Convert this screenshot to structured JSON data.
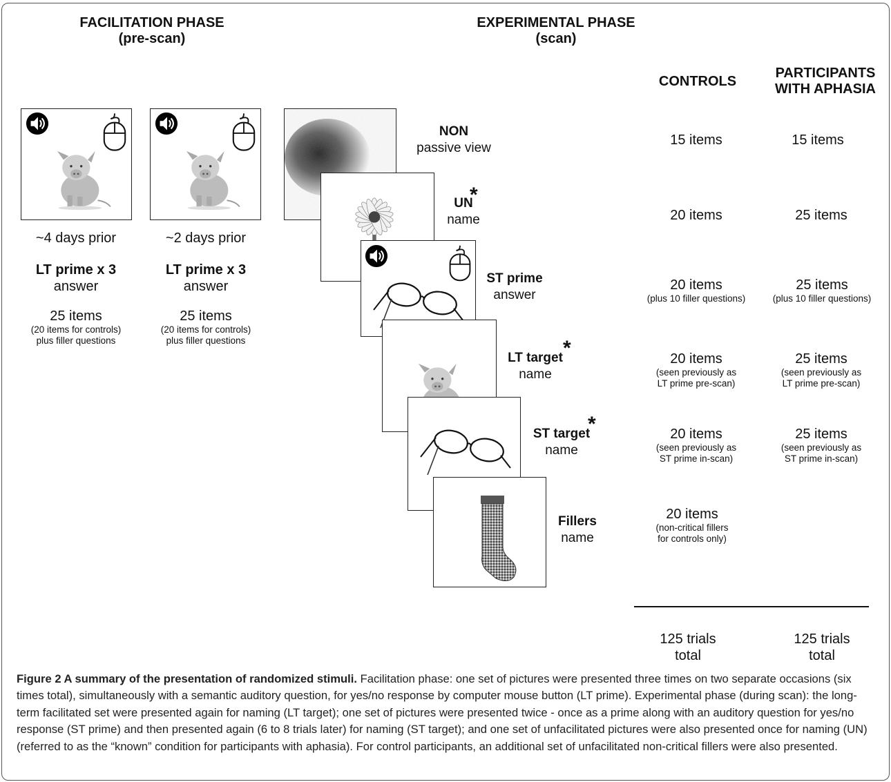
{
  "facilitation": {
    "title_line1": "FACILITATION PHASE",
    "title_line2": "(pre-scan)",
    "panels": [
      {
        "timing": "~4 days prior",
        "prime": "LT prime x 3",
        "task": "answer",
        "items": "25 items",
        "note_line1": "(20 items for controls)",
        "note_line2": "plus filler questions"
      },
      {
        "timing": "~2 days prior",
        "prime": "LT prime x 3",
        "task": "answer",
        "items": "25 items",
        "note_line1": "(20 items for controls)",
        "note_line2": "plus filler questions"
      }
    ]
  },
  "experimental": {
    "title_line1": "EXPERIMENTAL PHASE",
    "title_line2": "(scan)",
    "col_controls": "CONTROLS",
    "col_aphasia_line1": "PARTICIPANTS",
    "col_aphasia_line2": "WITH APHASIA",
    "conditions": [
      {
        "label": "NON",
        "task": "passive view",
        "controls": "15 items",
        "aphasia": "15 items"
      },
      {
        "label": "UN",
        "task": "name",
        "star": "*",
        "controls": "20 items",
        "aphasia": "25 items"
      },
      {
        "label": "ST prime",
        "task": "answer",
        "controls": "20 items",
        "controls_note": "(plus 10 filler questions)",
        "aphasia": "25 items",
        "aphasia_note": "(plus 10 filler questions)"
      },
      {
        "label": "LT target",
        "task": "name",
        "star": "*",
        "controls": "20 items",
        "controls_note1": "(seen previously as",
        "controls_note2": "LT prime pre-scan)",
        "aphasia": "25 items",
        "aphasia_note1": "(seen previously as",
        "aphasia_note2": "LT prime pre-scan)"
      },
      {
        "label": "ST target",
        "task": "name",
        "star": "*",
        "controls": "20 items",
        "controls_note1": "(seen previously as",
        "controls_note2": "ST prime in-scan)",
        "aphasia": "25 items",
        "aphasia_note1": "(seen previously as",
        "aphasia_note2": "ST prime in-scan)"
      },
      {
        "label": "Fillers",
        "task": "name",
        "controls": "20 items",
        "controls_note1": "(non-critical fillers",
        "controls_note2": "for controls only)"
      }
    ],
    "totals": {
      "controls_line1": "125 trials",
      "controls_line2": "total",
      "aphasia_line1": "125 trials",
      "aphasia_line2": "total"
    }
  },
  "caption": {
    "bold": "Figure 2 A summary of the presentation of randomized stimuli.",
    "text": " Facilitation phase: one set of pictures were presented three times on two separate occasions (six times total), simultaneously with a semantic auditory question, for yes/no response by computer mouse button (LT prime). Experimental phase (during scan): the long-term facilitated set were presented again for naming (LT target); one set of pictures were presented twice - once as a prime along with an auditory question for yes/no response (ST prime) and then presented again (6 to 8 trials later) for naming (ST target); and one set of unfacilitated pictures were also presented once for naming (UN) (referred to as the “known” condition for participants with aphasia). For control participants, an additional set of unfacilitated non-critical fillers were also presented."
  },
  "icons": [
    "speaker-icon",
    "mouse-icon",
    "pig-picture",
    "noise-picture",
    "flower-picture",
    "glasses-picture",
    "sock-picture"
  ]
}
